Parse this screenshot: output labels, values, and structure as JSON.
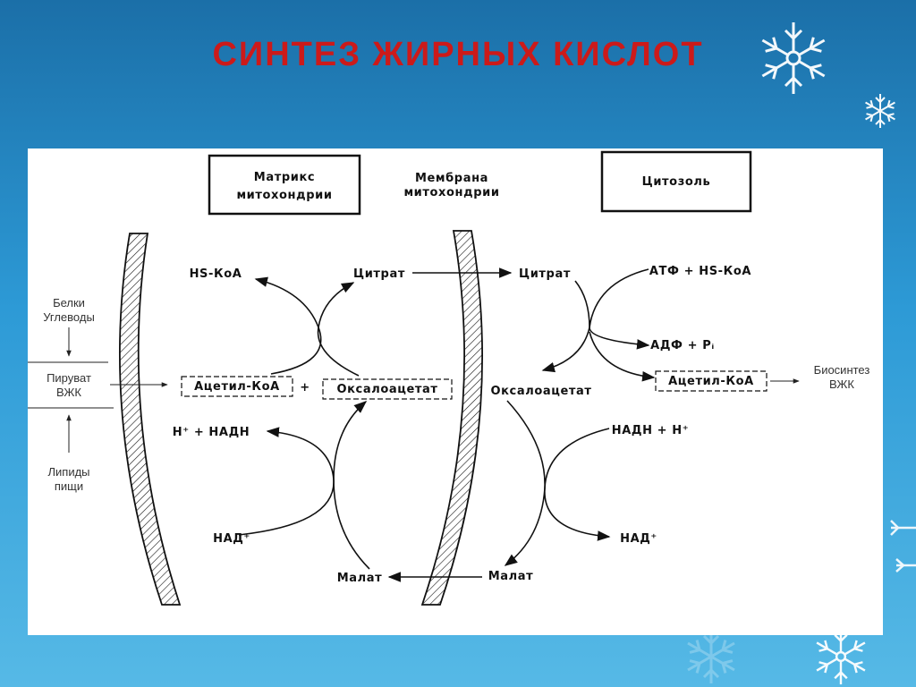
{
  "slide": {
    "title": "СИНТЕЗ ЖИРНЫХ КИСЛОТ",
    "background_colors": [
      "#1b6fa8",
      "#2d9ad6",
      "#56b9e6"
    ],
    "title_color": "#cc1a1a",
    "decor_icons": [
      "snowflake-icon"
    ]
  },
  "diagram": {
    "headers": {
      "matrix_line1": "Матрикс",
      "matrix_line2": "митохондрии",
      "membrane_line1": "Мембрана",
      "membrane_line2": "митохондрии",
      "cytosol": "Цитозоль"
    },
    "sources": {
      "proteins": "Белки",
      "carbs": "Углеводы",
      "pyruvate": "Пируват",
      "fatty_acids": "ВЖК",
      "lipids": "Липиды",
      "food": "пищи"
    },
    "matrix": {
      "hs_coa": "HS-КоА",
      "citrate": "Цитрат",
      "acetyl_coa": "Ацетил-КоА",
      "plus": "+",
      "oxaloacetate": "Оксалоацетат",
      "h_nadh": "H⁺ + НАДН",
      "nad": "НАД⁺",
      "malate": "Малат"
    },
    "cytosol": {
      "citrate": "Цитрат",
      "atp_hscoa": "АТФ + HS-КоА",
      "adp_pi": "АДФ + Pᵢ",
      "acetyl_coa": "Ацетил-КоА",
      "biosynthesis": "Биосинтез",
      "fatty_acids": "ВЖК",
      "oxaloacetate": "Оксалоацетат",
      "nadh_h": "НАДН + H⁺",
      "nad": "НАД⁺",
      "malate": "Малат"
    }
  }
}
